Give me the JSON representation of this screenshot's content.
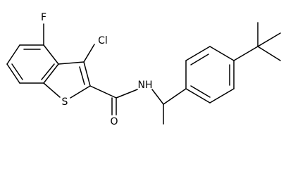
{
  "molecule": {
    "atoms": {
      "fluorine": "F",
      "chlorine": "Cl",
      "sulfur": "S",
      "nitrogen_hydrogen": "NH",
      "oxygen": "O"
    }
  }
}
